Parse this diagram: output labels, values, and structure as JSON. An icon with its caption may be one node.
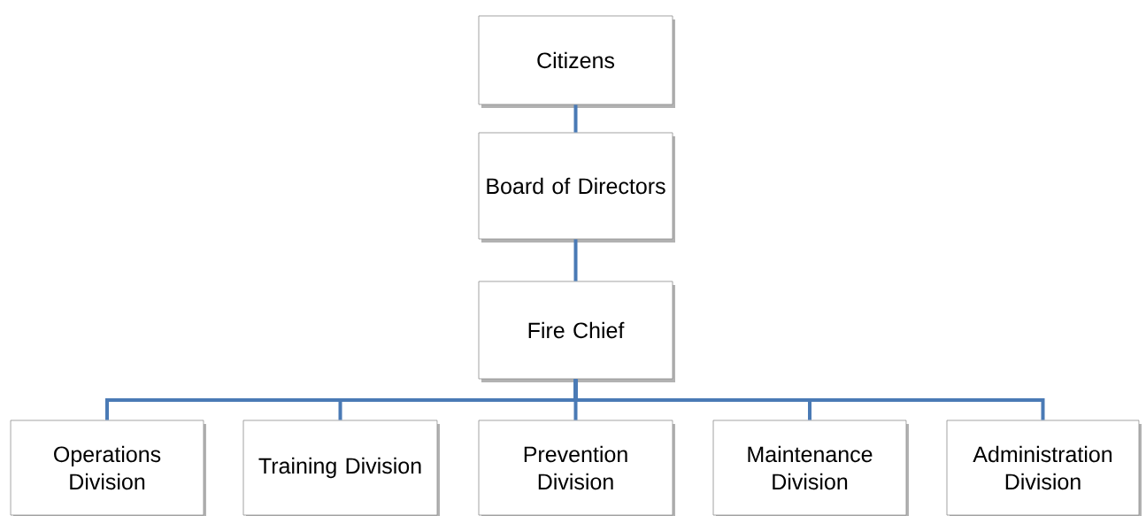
{
  "diagram": {
    "nodes": [
      {
        "text": [
          "Citizens"
        ]
      },
      {
        "text": [
          "Board of Directors"
        ]
      },
      {
        "text": [
          "Fire Chief"
        ]
      },
      {
        "text": [
          "Operations Division"
        ]
      },
      {
        "text": [
          "Training Division"
        ]
      },
      {
        "text": [
          "Prevention Division"
        ]
      },
      {
        "text": [
          "Maintenance Division"
        ]
      },
      {
        "text": [
          "Administration Division"
        ]
      }
    ],
    "edges": [
      {
        "from": 0,
        "to": 1,
        "arrow": "none"
      },
      {
        "from": 1,
        "to": 2,
        "arrow": "none"
      },
      {
        "from": 2,
        "to": 3,
        "arrow": "none"
      },
      {
        "from": 2,
        "to": 4,
        "arrow": "none"
      },
      {
        "from": 2,
        "to": 5,
        "arrow": "none"
      },
      {
        "from": 2,
        "to": 6,
        "arrow": "none"
      },
      {
        "from": 2,
        "to": 7,
        "arrow": "none"
      }
    ]
  }
}
